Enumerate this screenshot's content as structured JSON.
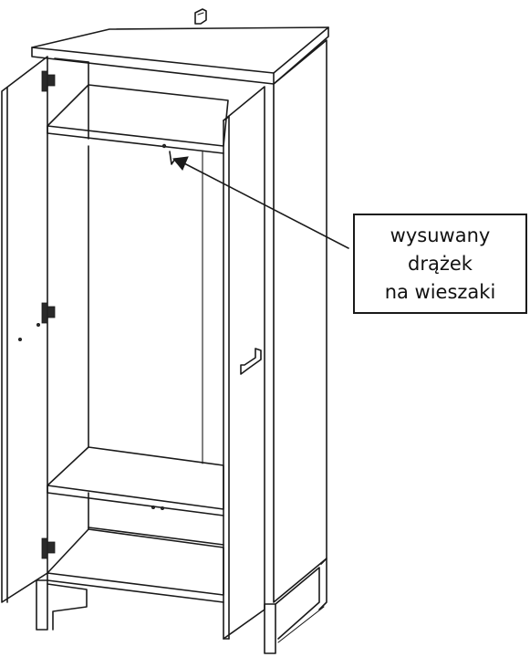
{
  "callout": {
    "line1": "wysuwany",
    "line2": "drążek",
    "line3": "na wieszaki"
  },
  "colors": {
    "ink": "#1a1a1a",
    "background": "#ffffff"
  },
  "icons": [
    "hinge-icon",
    "door-handle-icon",
    "wall-bracket-icon",
    "hanger-rail-icon",
    "arrow-icon"
  ]
}
